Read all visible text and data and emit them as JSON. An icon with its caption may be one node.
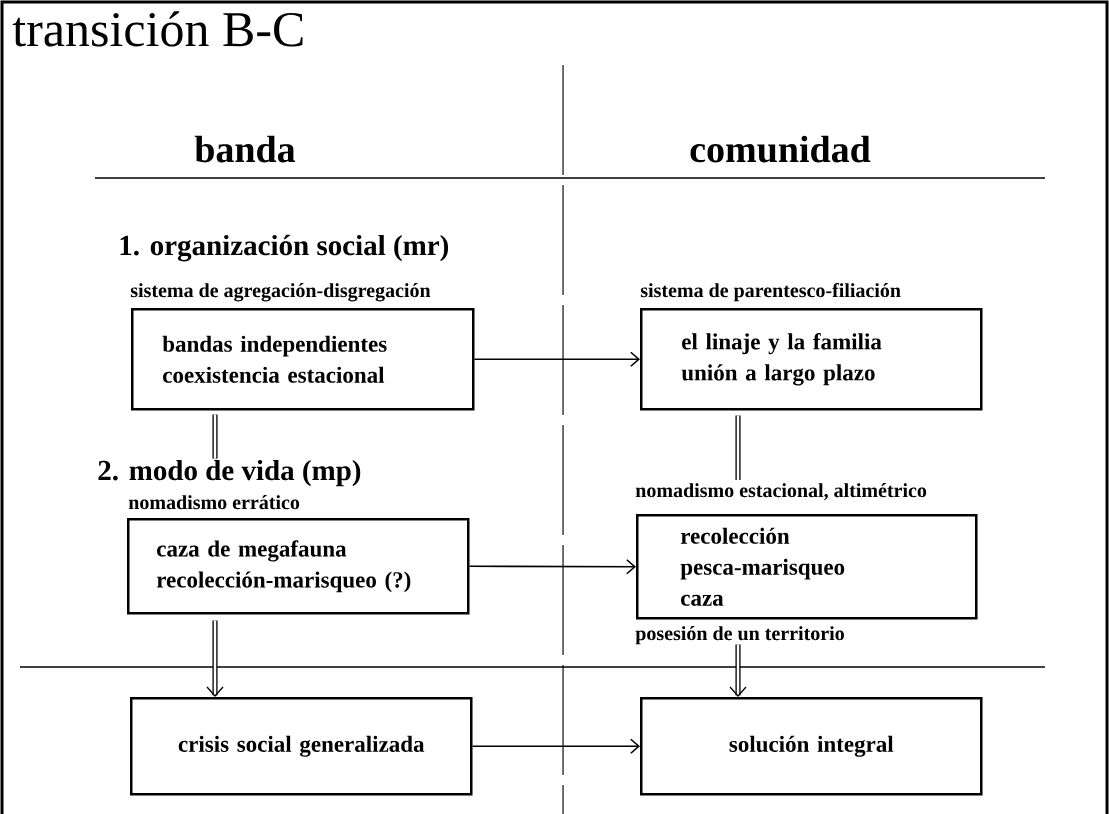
{
  "diagram": {
    "title": "transición B-C",
    "nodes": [
      {
        "text": [
          "sistema de agregación-disgregación",
          "bandas independientes",
          "coexistencia estacional"
        ]
      },
      {
        "text": [
          "sistema de parentesco-filiación",
          "el linaje y la familia",
          "unión a largo plazo"
        ]
      },
      {
        "text": [
          "2. modo de vida (mp)"
        ]
      },
      {
        "text": [
          "nomadismo errático",
          "caza de megafauna",
          "recolección-marisqueo (?)"
        ]
      },
      {
        "text": [
          "nomadismo estacional, altimétrico",
          "recolección",
          "pesca-marisqueo",
          "caza"
        ],
        "beside": [
          "posesión de un territorio"
        ]
      },
      {
        "text": [
          "crisis social generalizada"
        ]
      },
      {
        "text": [
          "solución integral"
        ]
      }
    ],
    "edges": [
      {
        "from": 0,
        "to": 1,
        "arrow": "to"
      },
      {
        "from": 0,
        "to": 2,
        "arrow": "none"
      },
      {
        "from": 1,
        "to": 4,
        "arrow": "none"
      },
      {
        "from": 3,
        "to": 4,
        "arrow": "to"
      },
      {
        "from": 3,
        "to": 5,
        "arrow": "to"
      },
      {
        "from": 4,
        "to": 6,
        "arrow": "to"
      },
      {
        "from": 5,
        "to": 6,
        "arrow": "to"
      }
    ],
    "labels": [
      "banda",
      "comunidad",
      "1. organización social (mr)"
    ]
  }
}
